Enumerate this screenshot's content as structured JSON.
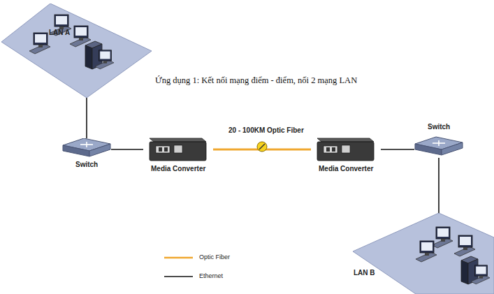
{
  "diagram": {
    "title": "Ứng dụng 1: Kết nối mạng điểm - điểm, nối 2 mạng LAN",
    "nodes": [
      {
        "text": [
          "LAN A"
        ]
      },
      {
        "text": [
          "Switch"
        ]
      },
      {
        "text": [
          "Media Converter"
        ]
      },
      {
        "text": [
          "Media Converter"
        ]
      },
      {
        "text": [
          "Switch"
        ]
      },
      {
        "text": [
          "LAN B"
        ]
      }
    ],
    "edges": [
      {
        "from": 0,
        "to": 1,
        "arrow": "none"
      },
      {
        "from": 1,
        "to": 2,
        "arrow": "none"
      },
      {
        "from": 2,
        "to": 3,
        "label": "20 - 100KM Optic Fiber",
        "arrow": "none"
      },
      {
        "from": 3,
        "to": 4,
        "arrow": "none"
      },
      {
        "from": 4,
        "to": 5,
        "arrow": "none"
      }
    ],
    "legend": [
      {
        "text": "Optic Fiber"
      },
      {
        "text": "Ethernet"
      }
    ]
  }
}
